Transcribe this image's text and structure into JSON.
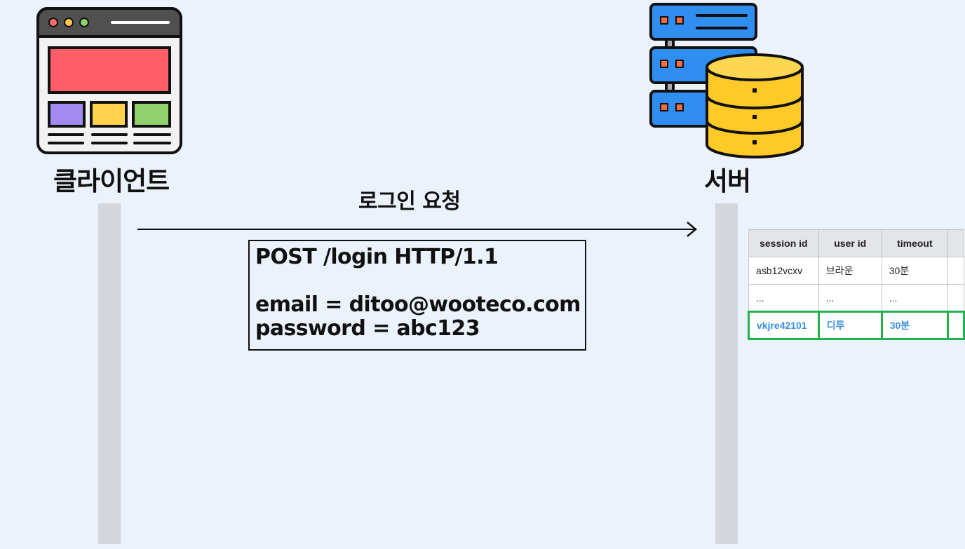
{
  "client": {
    "label": "클라이언트",
    "icon": "browser-window-icon"
  },
  "server": {
    "label": "서버",
    "icon": "server-database-icon"
  },
  "request": {
    "title": "로그인 요청",
    "lines": [
      "POST /login HTTP/1.1",
      "email = ditoo@wooteco.com",
      "password = abc123"
    ]
  },
  "session_table": {
    "headers": [
      "session id",
      "user id",
      "timeout"
    ],
    "rows": [
      [
        "asb12vcxv",
        "브라운",
        "30분"
      ],
      [
        "...",
        "...",
        "..."
      ],
      [
        "vkjre42101",
        "디투",
        "30분"
      ]
    ],
    "highlight_color": "#22b24c",
    "highlight_text_color": "#3a8fe0"
  },
  "colors": {
    "background": "#ecf2fc",
    "lifeline": "#d3d6da"
  }
}
